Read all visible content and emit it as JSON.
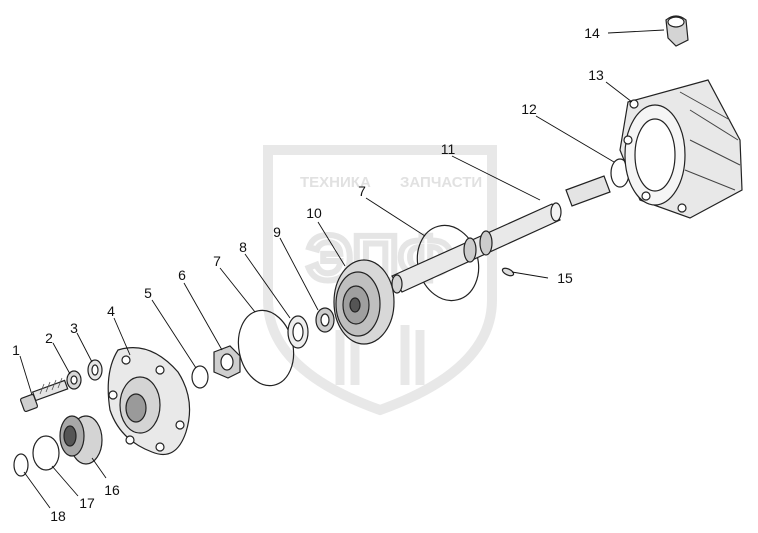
{
  "diagram": {
    "watermark": {
      "brand_left": "ТЕХНИКА",
      "brand_right": "ЗАПЧАСТИ",
      "logo_letters": "ЭПФ"
    },
    "callouts": [
      {
        "id": "c1",
        "text": "1"
      },
      {
        "id": "c2",
        "text": "2"
      },
      {
        "id": "c3",
        "text": "3"
      },
      {
        "id": "c4",
        "text": "4"
      },
      {
        "id": "c5",
        "text": "5"
      },
      {
        "id": "c6",
        "text": "6"
      },
      {
        "id": "c7a",
        "text": "7"
      },
      {
        "id": "c7b",
        "text": "7"
      },
      {
        "id": "c8",
        "text": "8"
      },
      {
        "id": "c9",
        "text": "9"
      },
      {
        "id": "c10",
        "text": "10"
      },
      {
        "id": "c11",
        "text": "11"
      },
      {
        "id": "c12",
        "text": "12"
      },
      {
        "id": "c13",
        "text": "13"
      },
      {
        "id": "c14",
        "text": "14"
      },
      {
        "id": "c15",
        "text": "15"
      },
      {
        "id": "c16",
        "text": "16"
      },
      {
        "id": "c17",
        "text": "17"
      },
      {
        "id": "c18",
        "text": "18"
      }
    ]
  }
}
